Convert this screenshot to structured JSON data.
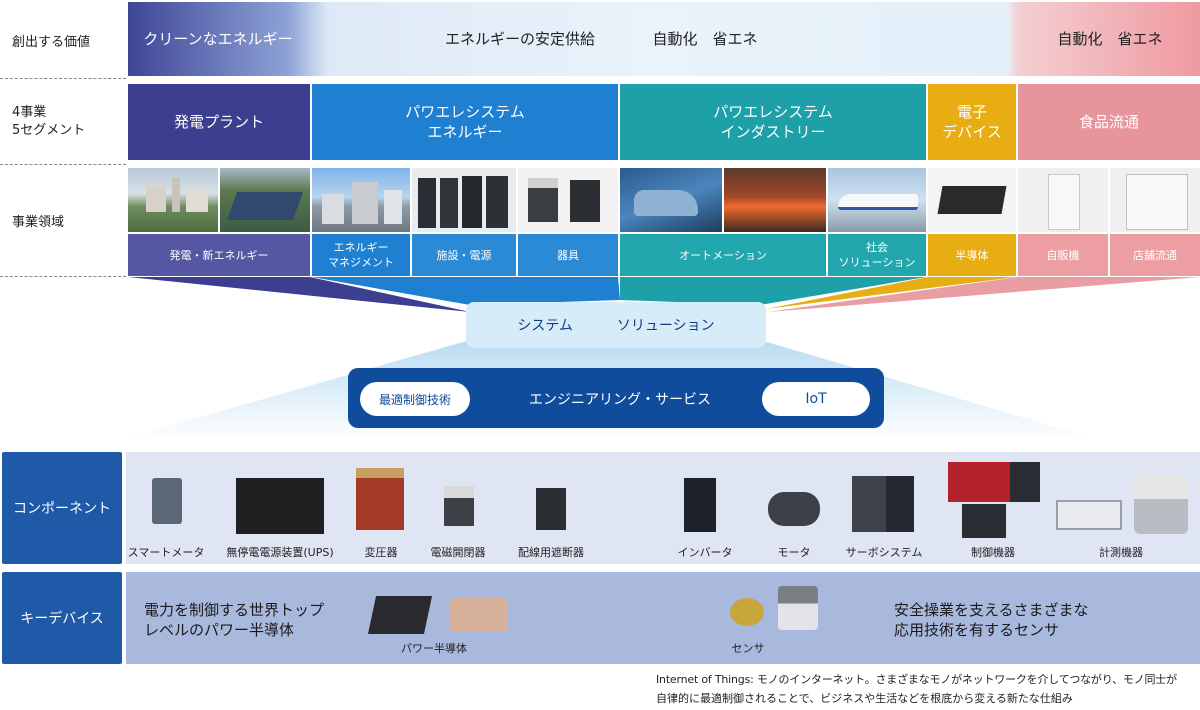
{
  "rows": {
    "value": "創出する価値",
    "business": "4事業\n5セグメント",
    "domain": "事業領域"
  },
  "value_row": {
    "clean": "クリーンなエネルギー",
    "stable": "エネルギーの安定供給",
    "auto1": "自動化　省エネ",
    "auto2": "自動化　省エネ"
  },
  "segments": {
    "power_plant": "発電プラント",
    "pe_energy": "パワエレシステム\nエネルギー",
    "pe_industry": "パワエレシステム\nインダストリー",
    "electronics": "電子\nデバイス",
    "food": "食品流通"
  },
  "domains": {
    "d1": "発電・新エネルギー",
    "d2": "エネルギー\nマネジメント",
    "d3": "施設・電源",
    "d4": "器具",
    "d5": "オートメーション",
    "d6": "社会\nソリューション",
    "d7": "半導体",
    "d8": "自販機",
    "d9": "店舗流通"
  },
  "system_solution": {
    "system": "システム",
    "solution": "ソリューション"
  },
  "engineering": {
    "left_pill": "最適制御技術",
    "center": "エンジニアリング・サービス",
    "right_pill": "IoT"
  },
  "components": {
    "label": "コンポーネント",
    "items": [
      "スマートメータ",
      "無停電電源装置(UPS)",
      "変圧器",
      "電磁開閉器",
      "配線用遮断器",
      "インバータ",
      "モータ",
      "サーボシステム",
      "制御機器",
      "計測機器"
    ]
  },
  "key_devices": {
    "label": "キーデバイス",
    "left_text": "電力を制御する世界トップ\nレベルのパワー半導体",
    "power_semi": "パワー半導体",
    "sensor": "センサ",
    "right_text": "安全操業を支えるさまざまな\n応用技術を有するセンサ"
  },
  "footnote": {
    "line1": "Internet of Things: モノのインターネット。さまざまなモノがネットワークを介してつながり、モノ同士が",
    "line2": "自律的に最適制御されることで、ビジネスや生活などを根底から変える新たな仕組み"
  },
  "colors": {
    "power_plant": "#3c3f8f",
    "pe_energy": "#1f7fd0",
    "pe_industry": "#1ea0a8",
    "electronics": "#e8ad12",
    "food": "#e7949a",
    "navy": "#0f4c9c",
    "sidebox": "#1f5aa8"
  }
}
